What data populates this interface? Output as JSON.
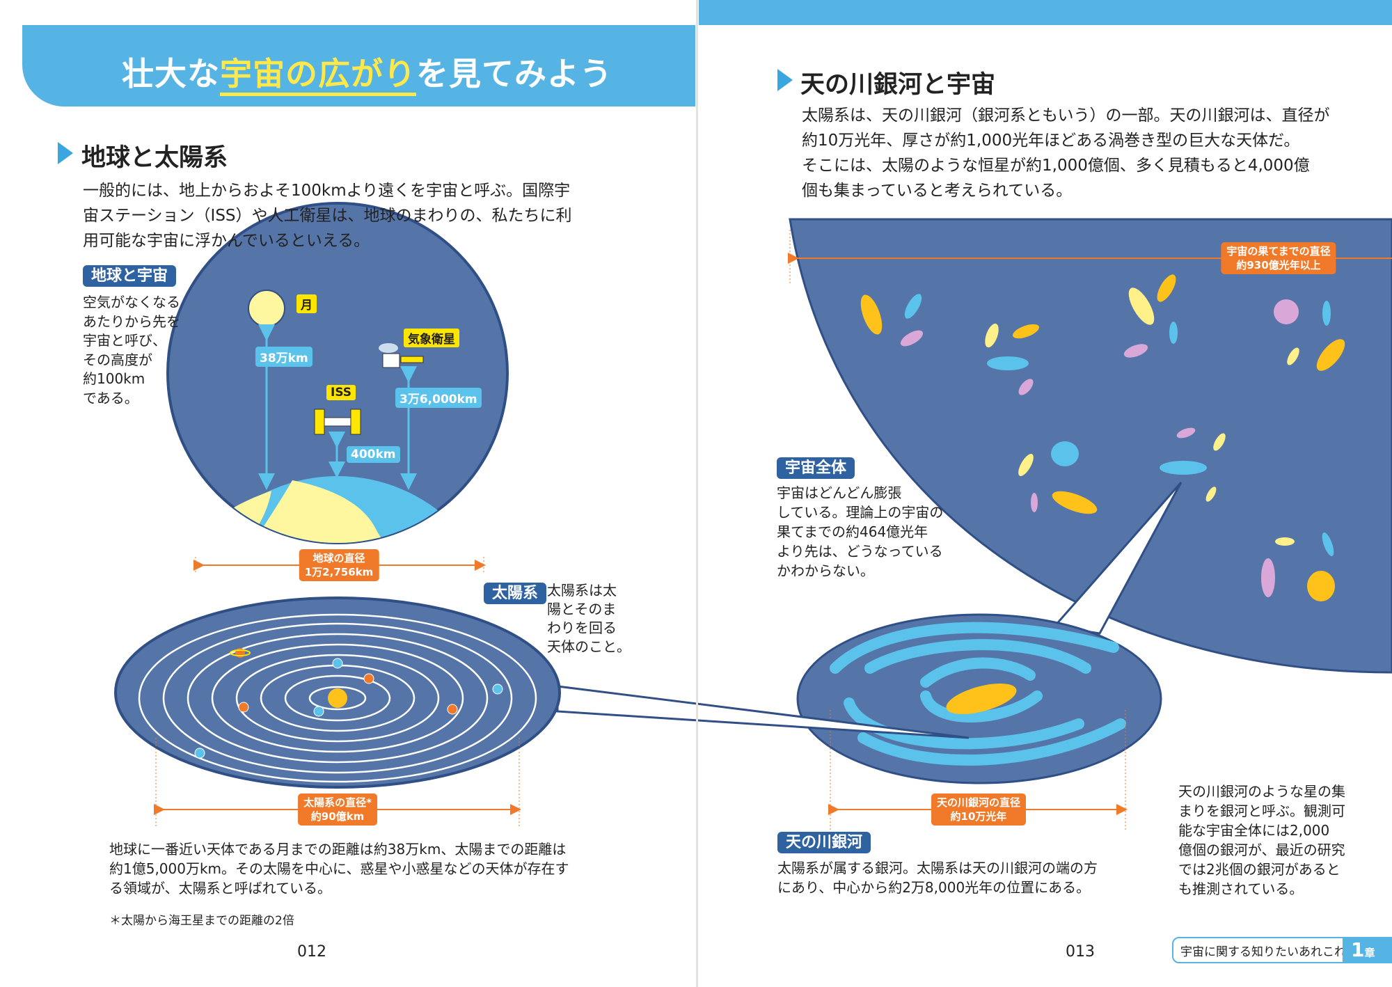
{
  "left_page": {
    "banner_title_pre": "壮大な",
    "banner_title_highlight": "宇宙の広がり",
    "banner_title_post": "を見てみよう",
    "section_heading": "地球と太陽系",
    "intro_lines": [
      "一般的には、地上からおよそ100kmより遠くを宇宙と呼ぶ。国際宇",
      "宙ステーション（ISS）や人工衛星は、地球のまわりの、私たちに利",
      "用可能な宇宙に浮かんでいるといえる。"
    ],
    "earth_space_tag": "地球と宇宙",
    "earth_space_text": [
      "空気がなくなる",
      "あたりから先を",
      "宇宙と呼び、",
      "その高度が",
      "約100km",
      "である。"
    ],
    "labels": {
      "moon": "月",
      "moon_distance": "38万km",
      "weather_satellite": "気象衛星",
      "iss": "ISS",
      "geo_distance": "3万6,000km",
      "iss_distance": "400km",
      "earth_diameter": [
        "地球の直径",
        "1万2,756km"
      ],
      "solar_diameter": [
        "太陽系の直径*",
        "約90億km"
      ]
    },
    "solar_system_tag": "太陽系",
    "solar_system_text": [
      "太陽系は太",
      "陽とそのま",
      "わりを回る",
      "天体のこと。"
    ],
    "bottom_lines": [
      "地球に一番近い天体である月までの距離は約38万km、太陽までの距離は",
      "約1億5,000万km。その太陽を中心に、惑星や小惑星などの天体が存在す",
      "る領域が、太陽系と呼ばれている。"
    ],
    "footnote": "＊太陽から海王星までの距離の2倍",
    "page_number": "012"
  },
  "right_page": {
    "section_heading": "天の川銀河と宇宙",
    "intro_lines": [
      "太陽系は、天の川銀河（銀河系ともいう）の一部。天の川銀河は、直径が",
      "約10万光年、厚さが約1,000光年ほどある渦巻き型の巨大な天体だ。",
      "そこには、太陽のような恒星が約1,000億個、多く見積もると4,000億",
      "個も集まっていると考えられている。"
    ],
    "universe_diameter": [
      "宇宙の果てまでの直径",
      "約930億光年以上"
    ],
    "universe_tag": "宇宙全体",
    "universe_text": [
      "宇宙はどんどん膨張",
      "している。理論上の宇宙の",
      "果てまでの約464億光年",
      "より先は、どうなっている",
      "かわからない。"
    ],
    "galaxy_diameter": [
      "天の川銀河の直径",
      "約10万光年"
    ],
    "milky_way_tag": "天の川銀河",
    "milky_way_text": [
      "太陽系が属する銀河。太陽系は天の川銀河の端の方",
      "にあり、中心から約2万8,000光年の位置にある。"
    ],
    "galaxies_text": [
      "天の川銀河のような星の集",
      "まりを銀河と呼ぶ。観測可",
      "能な宇宙全体には2,000",
      "億個の銀河が、最近の研究",
      "では2兆個の銀河があると",
      "も推測されている。"
    ],
    "page_number": "013",
    "chapter_label": "宇宙に関する知りたいあれこれ",
    "chapter_number": "1",
    "chapter_suffix": "章"
  },
  "colors": {
    "accent_blue": "#56b4e4",
    "space_navy": "#5575a8",
    "tag_blue": "#2f62a0",
    "orange": "#f07a2a",
    "yellow": "#ffe600"
  }
}
